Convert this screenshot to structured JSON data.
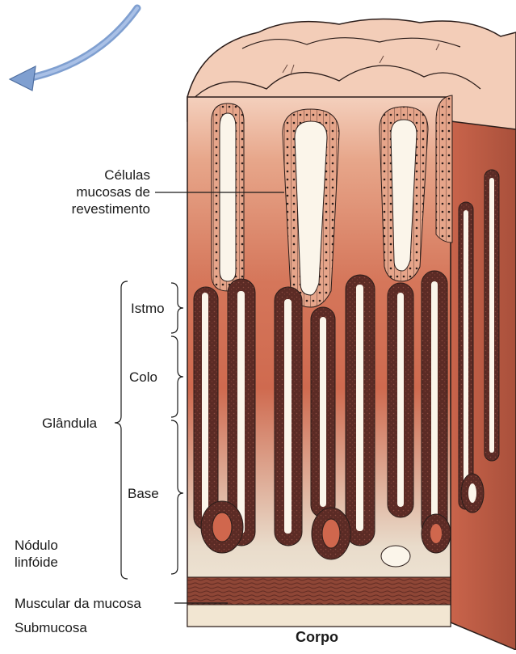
{
  "labels": {
    "mucous_cells": [
      "Células",
      "mucosas de",
      "revestimento"
    ],
    "isthmus": "Istmo",
    "neck": "Colo",
    "gland": "Glândula",
    "base": "Base",
    "lymph_nodule": [
      "Nódulo",
      "linfóide"
    ],
    "muscularis": "Muscular da mucosa",
    "submucosa": "Submucosa",
    "caption": "Corpo"
  },
  "colors": {
    "surface_pink": "#f3c9b4",
    "lamina_red": "#d0674d",
    "deep_red": "#a8442e",
    "gland_dark": "#5a2a26",
    "lumen": "#fbf5ea",
    "outline": "#2b1d1a",
    "arrow_blue": "#7f9fd0"
  }
}
